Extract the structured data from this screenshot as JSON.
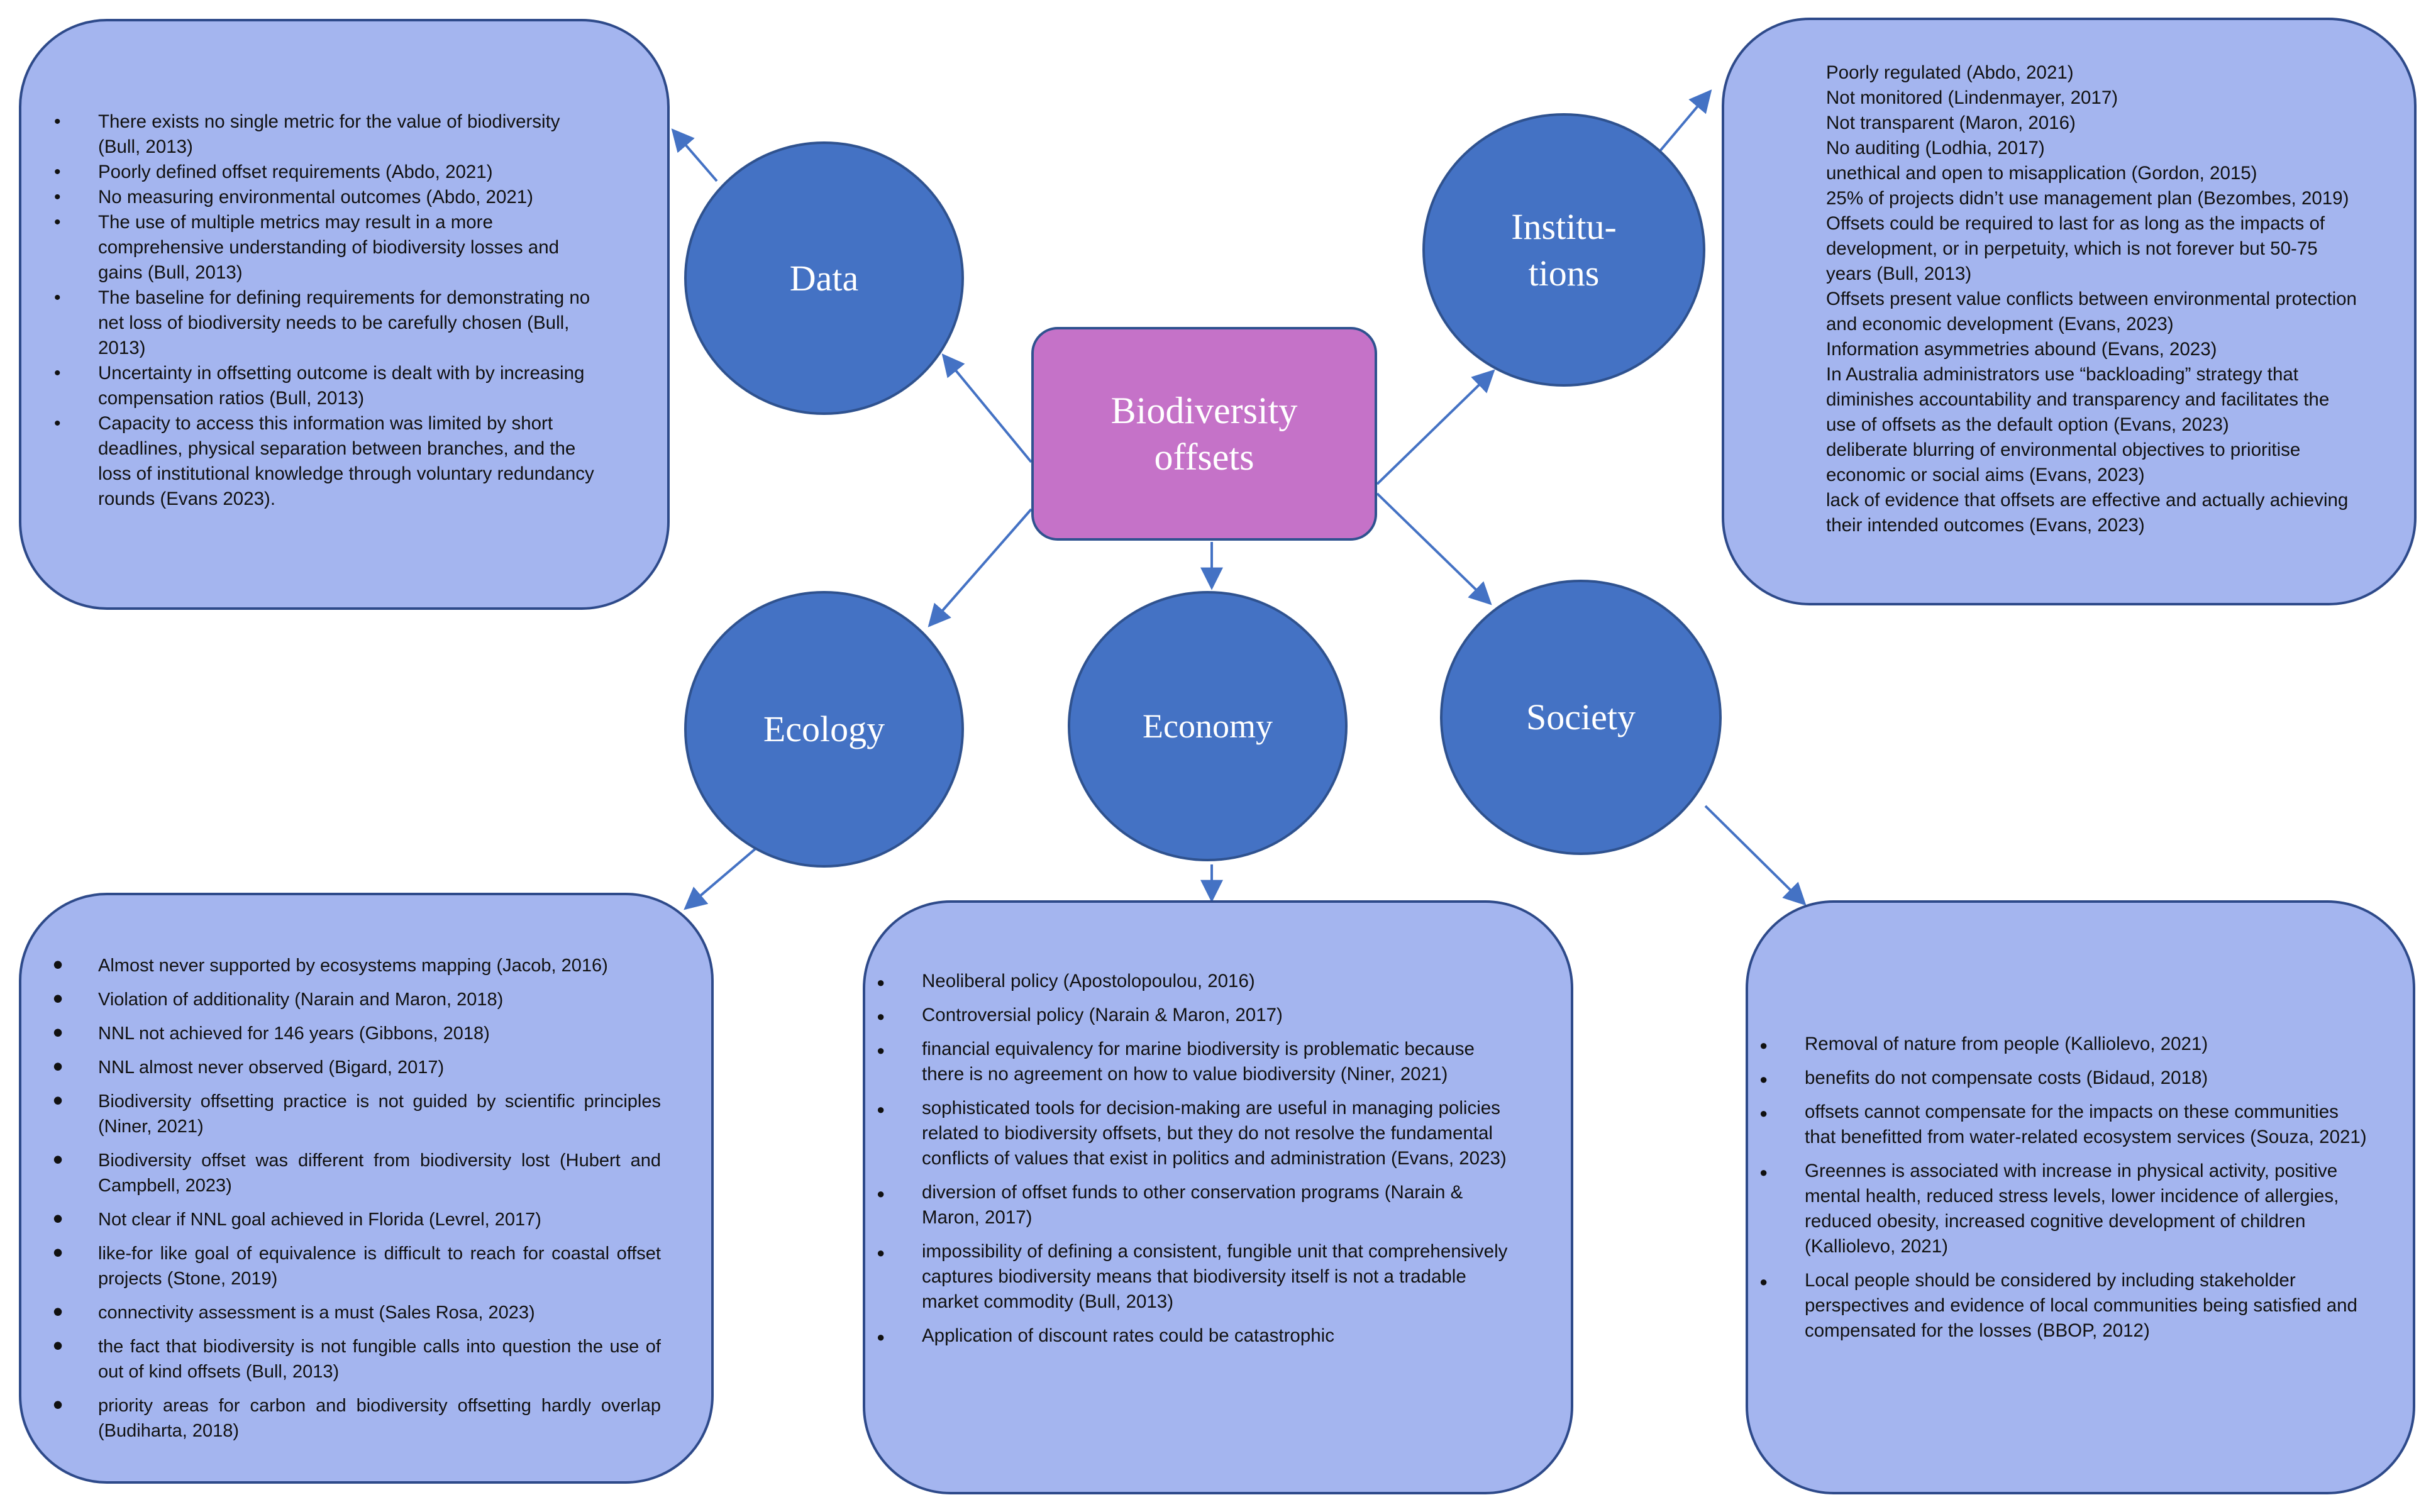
{
  "center_label": "Biodiversity offsets",
  "center_label_lines": [
    "Biodiversity",
    "offsets"
  ],
  "nodes": {
    "data": "Data",
    "institutions_line1": "Institu-",
    "institutions_line2": "tions",
    "ecology": "Ecology",
    "economy": "Economy",
    "society": "Society"
  },
  "data_items": [
    "There exists no single metric for the value of biodiversity (Bull, 2013)",
    "Poorly defined offset requirements (Abdo, 2021)",
    "No measuring environmental outcomes (Abdo, 2021)",
    "The use of multiple metrics may result in a more comprehensive understanding of biodiversity losses and gains (Bull, 2013)",
    "The baseline for defining requirements for demonstrating no net loss of biodiversity needs to be carefully chosen (Bull, 2013)",
    "Uncertainty in offsetting outcome is dealt with by increasing compensation ratios (Bull, 2013)",
    "Capacity to access this information was limited by short deadlines, physical separation between branches, and the loss of institutional knowledge through voluntary redundancy rounds (Evans 2023)."
  ],
  "institutions_items": [
    "Poorly regulated (Abdo, 2021)",
    "Not monitored (Lindenmayer, 2017)",
    "Not transparent (Maron, 2016)",
    "No auditing (Lodhia, 2017)",
    "unethical and open to misapplication (Gordon, 2015)",
    "25% of projects didn’t use management plan (Bezombes, 2019)",
    "Offsets could be required to last for as long as the impacts of development, or in perpetuity, which is not forever but 50-75 years (Bull, 2013)",
    "Offsets present value conflicts between environmental protection and economic development (Evans, 2023)",
    "Information asymmetries abound (Evans, 2023)",
    "In Australia administrators use “backloading” strategy that diminishes accountability and transparency and facilitates the use of offsets as the default option (Evans, 2023)",
    "deliberate blurring of environmental objectives to prioritise economic or social aims (Evans, 2023)",
    "lack of evidence that offsets are effective and actually achieving their intended outcomes (Evans, 2023)"
  ],
  "ecology_items": [
    "Almost never supported by ecosystems mapping (Jacob, 2016)",
    "Violation of additionality (Narain and Maron, 2018)",
    "NNL not achieved for 146 years (Gibbons, 2018)",
    "NNL almost never observed (Bigard, 2017)",
    "Biodiversity offsetting practice is not guided by scientific principles (Niner, 2021)",
    "Biodiversity offset was different from biodiversity lost (Hubert and Campbell, 2023)",
    "Not clear if NNL goal achieved in Florida (Levrel, 2017)",
    "like-for like goal of equivalence is difficult to reach for coastal offset projects (Stone, 2019)",
    "connectivity assessment is a must (Sales Rosa, 2023)",
    "the fact that biodiversity is not fungible calls into question the use of out of kind offsets (Bull, 2013)",
    "priority areas for carbon and biodiversity offsetting hardly overlap (Budiharta, 2018)"
  ],
  "economy_items": [
    "Neoliberal policy (Apostolopoulou, 2016)",
    "Controversial policy (Narain & Maron, 2017)",
    "financial equivalency for marine biodiversity is problematic because there is no agreement on how to value biodiversity (Niner, 2021)",
    "sophisticated tools for decision-making are useful in managing policies related to biodiversity offsets, but they do not resolve the fundamental conflicts of values that exist in politics and administration (Evans, 2023)",
    "diversion of offset funds to other conservation programs (Narain & Maron, 2017)",
    "impossibility of defining a consistent, fungible unit that comprehensively captures biodiversity means that biodiversity itself is not a tradable market commodity (Bull, 2013)",
    "Application of discount rates could be catastrophic"
  ],
  "society_items": [
    "Removal of nature from people (Kalliolevo, 2021)",
    "benefits do not compensate costs (Bidaud, 2018)",
    "offsets cannot compensate for the impacts on these communities that benefitted from water-related ecosystem services (Souza, 2021)",
    "Greennes is associated with increase in physical activity, positive mental health, reduced stress levels, lower incidence of allergies, reduced obesity, increased cognitive development of children (Kalliolevo, 2021)",
    "Local people should be considered by including stakeholder perspectives and evidence of local communities being satisfied and compensated for the losses (BBOP, 2012)"
  ],
  "colors": {
    "box_fill": "#a4b5ef",
    "box_border": "#2e4a8a",
    "circle_fill": "#4472c4",
    "center_fill": "#c572c8",
    "arrow": "#4472c4"
  }
}
